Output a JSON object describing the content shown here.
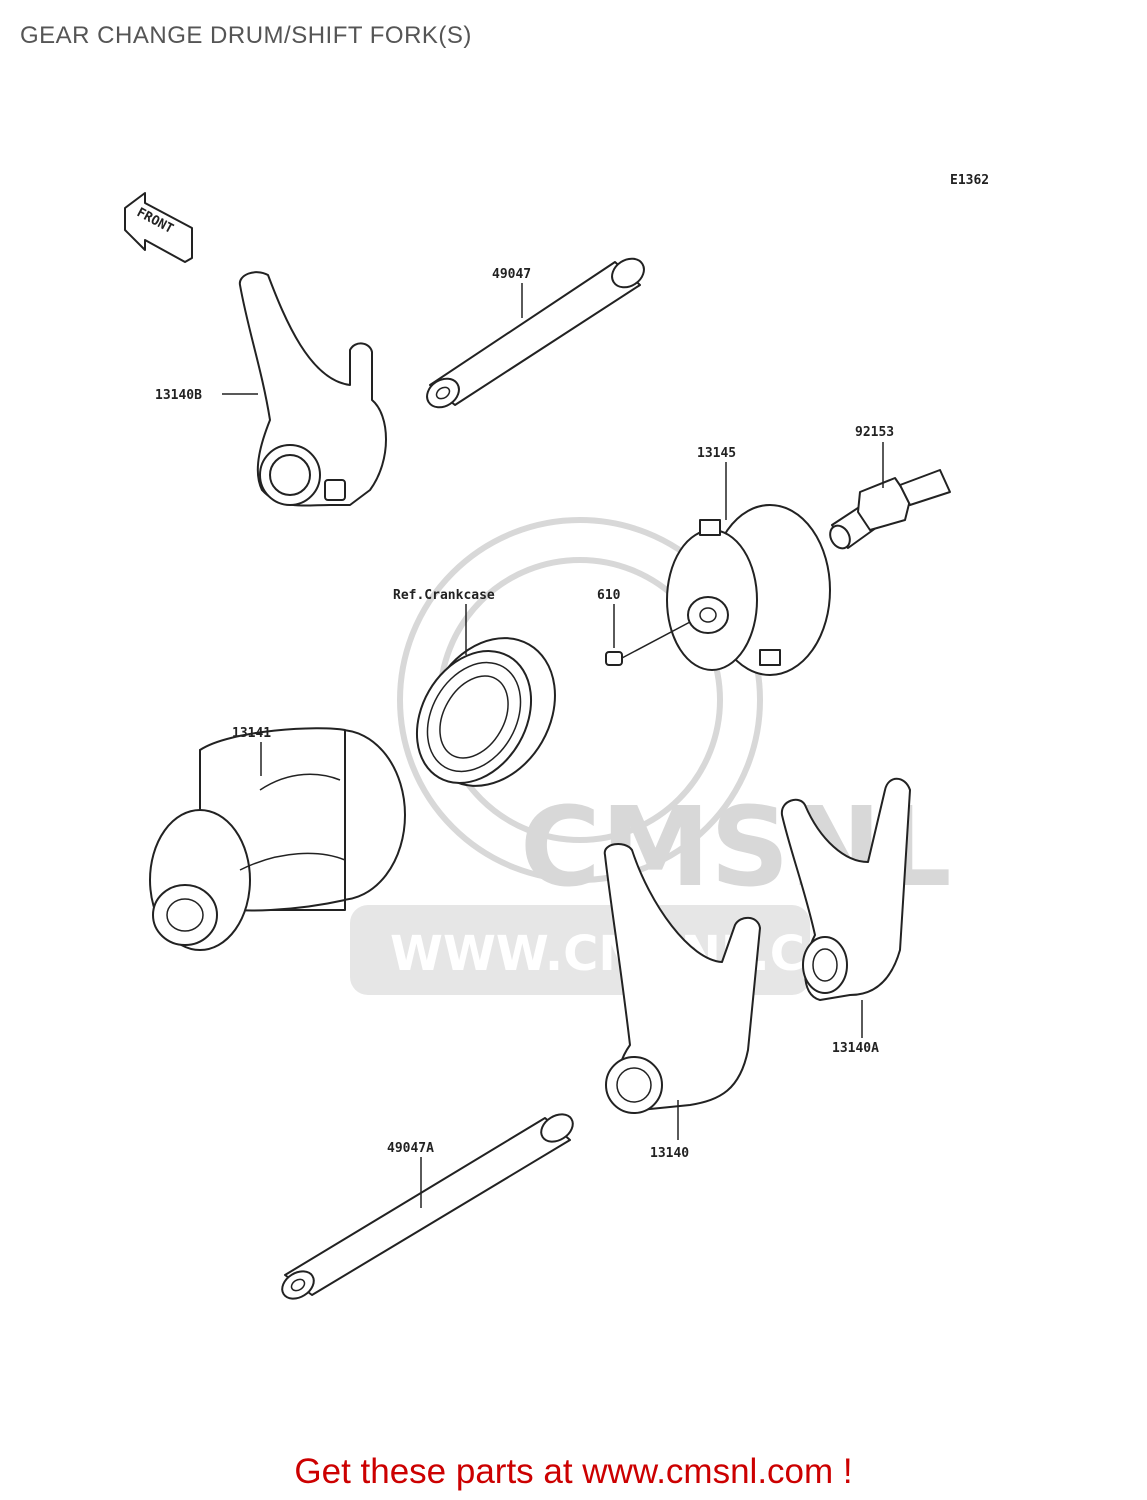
{
  "title": "GEAR CHANGE DRUM/SHIFT FORK(S)",
  "diagram_code": "E1362",
  "front_label": "FRONT",
  "parts": {
    "shift_fork_b": "13140B",
    "shaft_upper": "49047",
    "bolt": "92153",
    "cam": "13145",
    "pin": "610",
    "bearing_ref": "Ref.Crankcase",
    "drum": "13141",
    "shift_fork_a": "13140A",
    "shift_fork": "13140",
    "shaft_lower": "49047A"
  },
  "watermark": {
    "brand": "CMSNL",
    "url": "WWW.CMSNL.COM"
  },
  "footer": {
    "text": "Get these parts at www.cmsnl.com !",
    "color": "#cc0000"
  }
}
